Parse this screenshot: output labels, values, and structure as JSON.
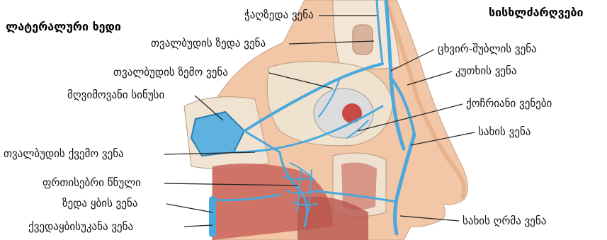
{
  "headings": {
    "left": "ლატერალური ხედი",
    "right": "სისხლძარღვები"
  },
  "labels": {
    "frontal_vein": "ჭაღზედა ვენა",
    "superior_palpebral": "თვალბუდის ზედა ვენა",
    "supratrochlear": "ცხვირ-შუბლის ვენა",
    "superior_ophthalmic": "თვალბუდის ზემო ვენა",
    "angular": "კუთხის ვენა",
    "maxillary_sinus": "მღვიმოვანი სინუსი",
    "vorticose": "ქოჩრიანი ვენები",
    "facial": "სახის ვენა",
    "inferior_ophthalmic": "თვალბუდის ქვემო ვენა",
    "pterygoid": "ფრთისებრი წნული",
    "superior_labial": "ზედა ყბის ვენა",
    "retromandibular": "ქვედაყბისუკანა ვენა",
    "deep_facial": "სახის ღრმა ვენა"
  },
  "colors": {
    "vein": "#4aa8dc",
    "skin": "#f2c7a8",
    "bone": "#f3e6d6",
    "muscle": "#c9645a"
  }
}
